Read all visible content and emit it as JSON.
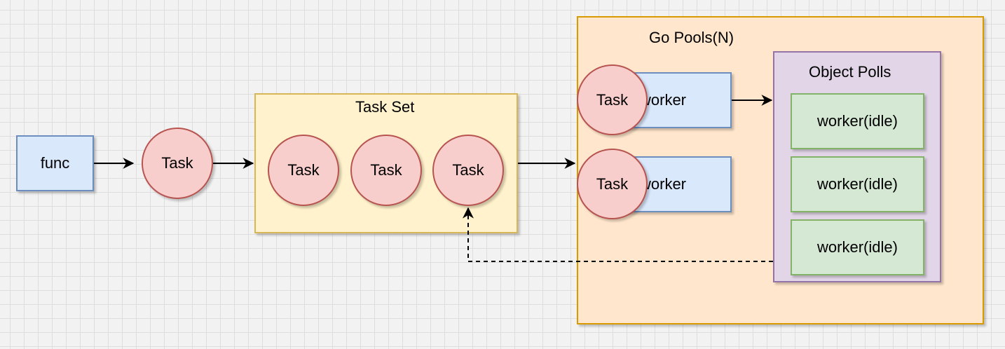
{
  "colors": {
    "func_fill": "#dae8fc",
    "func_border": "#6c8ebf",
    "task_fill": "#f8cecc",
    "task_border": "#b85450",
    "taskset_fill": "#fff2cc",
    "taskset_border": "#d6b656",
    "pool_fill": "#ffe6cc",
    "pool_border": "#d79b00",
    "objpool_fill": "#e1d5e7",
    "objpool_border": "#9673a6",
    "idle_fill": "#d5e8d4",
    "idle_border": "#82b366",
    "edge": "#000000"
  },
  "func": {
    "label": "func"
  },
  "task_single": {
    "label": "Task"
  },
  "task_set": {
    "title": "Task Set",
    "tasks": [
      "Task",
      "Task",
      "Task"
    ]
  },
  "go_pools": {
    "title": "Go Pools(N)",
    "workers": [
      {
        "worker_label": "worker",
        "task_label": "Task"
      },
      {
        "worker_label": "worker",
        "task_label": "Task"
      }
    ]
  },
  "object_pools": {
    "title": "Object Polls",
    "items": [
      "worker(idle)",
      "worker(idle)",
      "worker(idle)"
    ]
  }
}
